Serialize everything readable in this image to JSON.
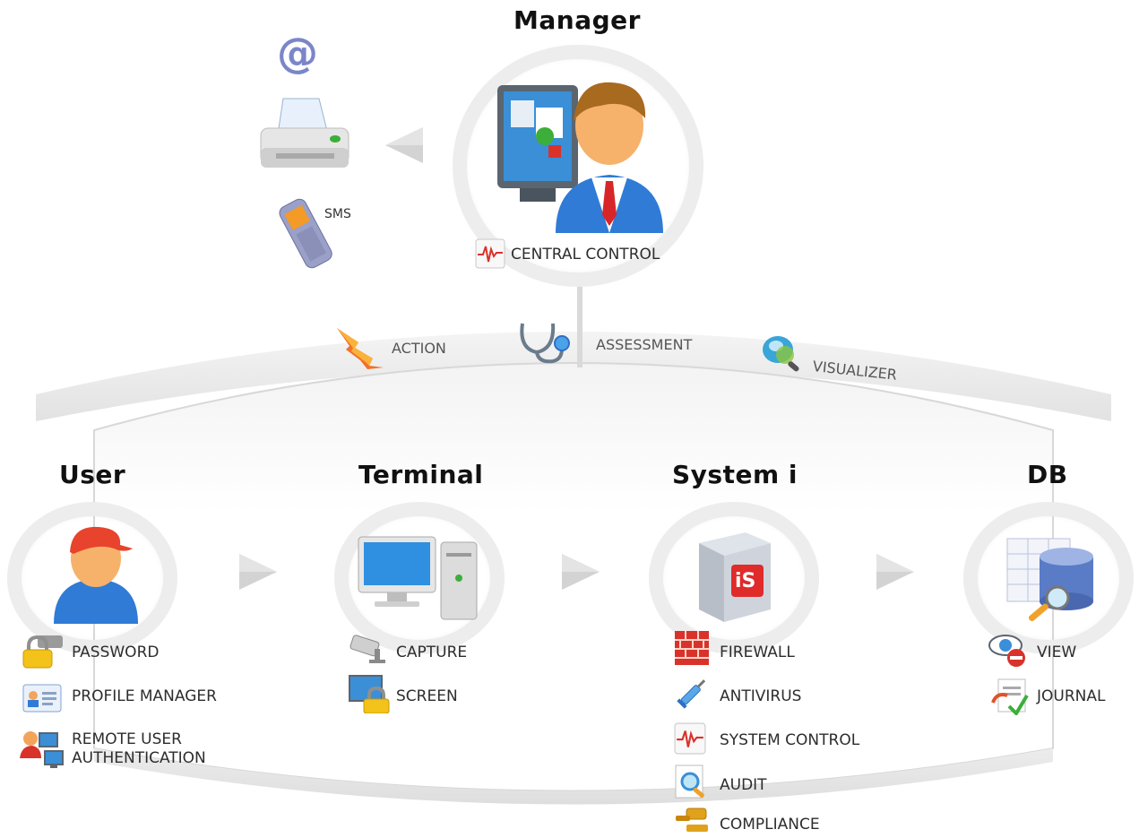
{
  "manager": {
    "title": "Manager",
    "central_control": "CENTRAL CONTROL",
    "sms_label": "SMS",
    "notify_icons": [
      "at-icon",
      "printer-icon",
      "mobile-phone-icon"
    ]
  },
  "band": {
    "action": "ACTION",
    "assessment": "ASSESSMENT",
    "visualizer": "VISUALIZER"
  },
  "nodes": {
    "user": {
      "title": "User",
      "items": [
        "PASSWORD",
        "PROFILE MANAGER",
        "REMOTE USER",
        "AUTHENTICATION"
      ]
    },
    "terminal": {
      "title": "Terminal",
      "items": [
        "CAPTURE",
        "SCREEN"
      ]
    },
    "systemi": {
      "title": "System i",
      "badge": "iS",
      "items": [
        "FIREWALL",
        "ANTIVIRUS",
        "SYSTEM CONTROL",
        "AUDIT",
        "COMPLIANCE"
      ]
    },
    "db": {
      "title": "DB",
      "items": [
        "VIEW",
        "JOURNAL"
      ]
    }
  },
  "colors": {
    "ring": "#ededed",
    "arrow": "#cfcfcf",
    "title": "#111111",
    "label": "#2d2d2d",
    "accent_red": "#d9322b",
    "accent_blue": "#2f6fc4"
  }
}
